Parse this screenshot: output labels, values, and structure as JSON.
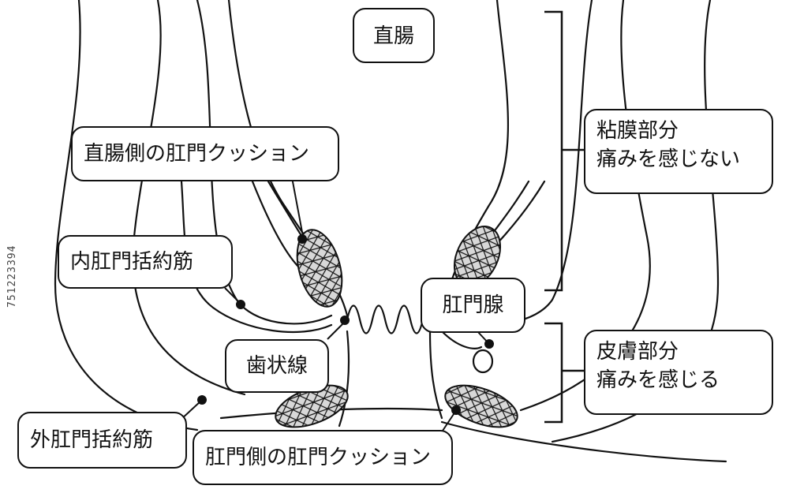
{
  "labels": {
    "rectum": "直腸",
    "rectal_side_cushion": "直腸側の肛門クッション",
    "internal_sphincter": "内肛門括約筋",
    "dentate_line": "歯状線",
    "external_sphincter": "外肛門括約筋",
    "anal_side_cushion": "肛門側の肛門クッション",
    "anal_gland": "肛門腺",
    "mucosa_part": {
      "title": "粘膜部分",
      "note": "痛みを感じない"
    },
    "skin_part": {
      "title": "皮膚部分",
      "note": "痛みを感じる"
    }
  },
  "stock_id": "751223394",
  "colors": {
    "stroke": "#111111",
    "fill": "#ffffff",
    "hatch_bg": "#d8d8d8"
  }
}
